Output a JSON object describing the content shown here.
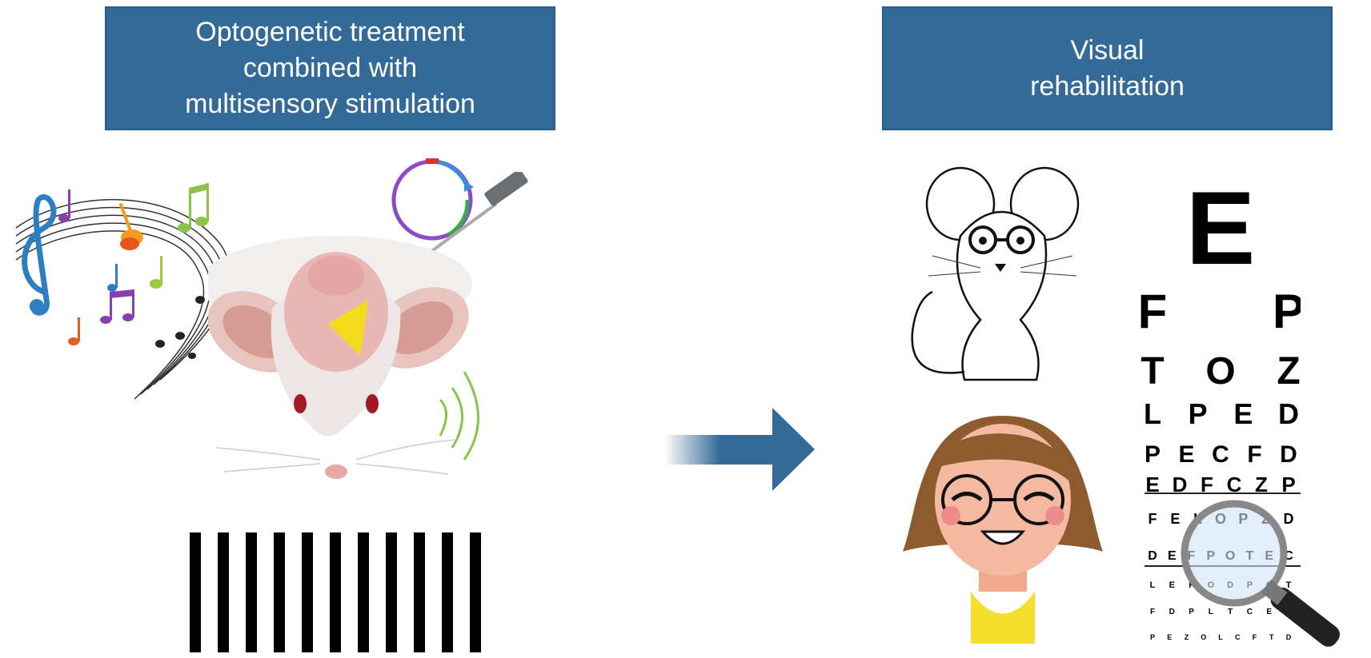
{
  "left_panel": {
    "header_lines": [
      "Optogenetic treatment",
      "combined with",
      "multisensory stimulation"
    ]
  },
  "right_panel": {
    "header_lines": [
      "Visual",
      "rehabilitation"
    ]
  },
  "eye_chart": {
    "rows": [
      [
        "E"
      ],
      [
        "F",
        "P"
      ],
      [
        "T",
        "O",
        "Z"
      ],
      [
        "L",
        "P",
        "E",
        "D"
      ],
      [
        "P",
        "E",
        "C",
        "F",
        "D"
      ],
      [
        "E",
        "D",
        "F",
        "C",
        "Z",
        "P"
      ],
      [
        "F",
        "E",
        "L",
        "O",
        "P",
        "Z",
        "D"
      ],
      [
        "D",
        "E",
        "F",
        "P",
        "O",
        "T",
        "E",
        "C"
      ],
      [
        "L",
        "E",
        "F",
        "O",
        "D",
        "P",
        "C",
        "T"
      ],
      [
        "F",
        "D",
        "P",
        "L",
        "T",
        "C",
        "E",
        "O"
      ],
      [
        "P",
        "E",
        "Z",
        "O",
        "L",
        "C",
        "F",
        "T",
        "D"
      ]
    ]
  },
  "colors": {
    "header_fill": "#336a97",
    "arrow": "#336a97",
    "stripes": "#000000"
  },
  "icons": [
    "music-notes-icon",
    "plasmid-icon",
    "optic-fiber-icon",
    "mouse-head-icon",
    "sound-waves-icon",
    "grating-icon",
    "arrow-icon",
    "mouse-with-glasses-icon",
    "girl-with-glasses-icon",
    "eye-chart-icon",
    "magnifier-icon"
  ]
}
